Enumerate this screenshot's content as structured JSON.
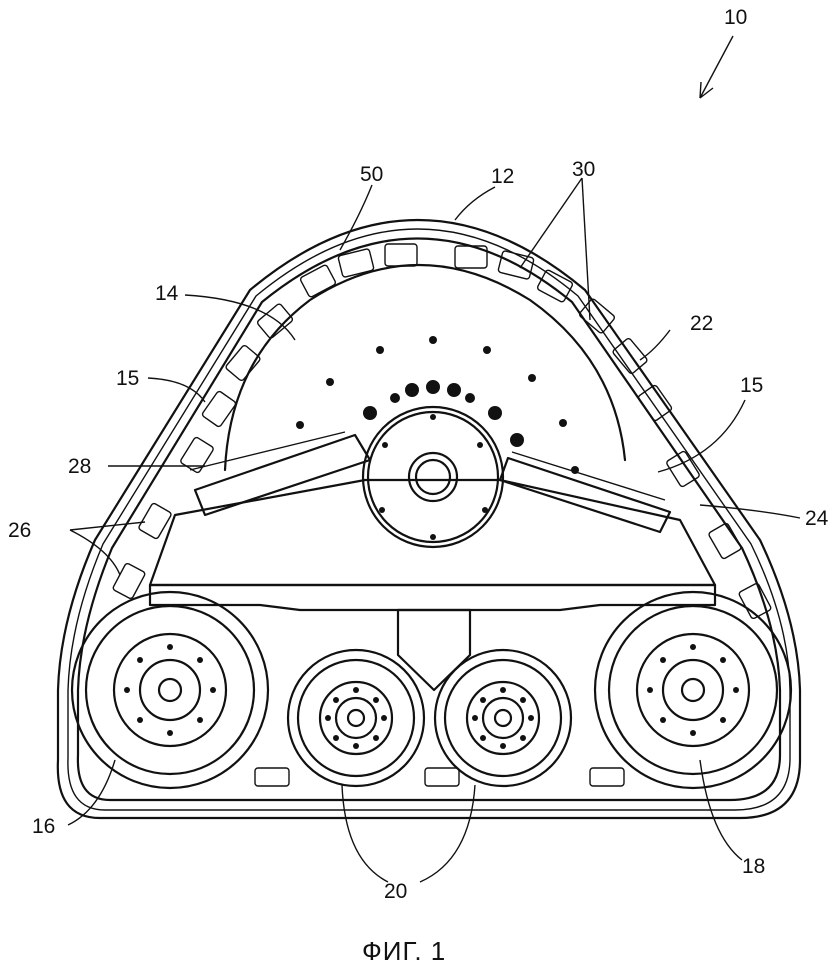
{
  "figure": {
    "caption": "ФИГ. 1",
    "labels": {
      "l10": "10",
      "l12": "12",
      "l14": "14",
      "l15a": "15",
      "l15b": "15",
      "l16": "16",
      "l18": "18",
      "l20": "20",
      "l22": "22",
      "l24": "24",
      "l26": "26",
      "l28": "28",
      "l30": "30",
      "l50": "50"
    }
  }
}
